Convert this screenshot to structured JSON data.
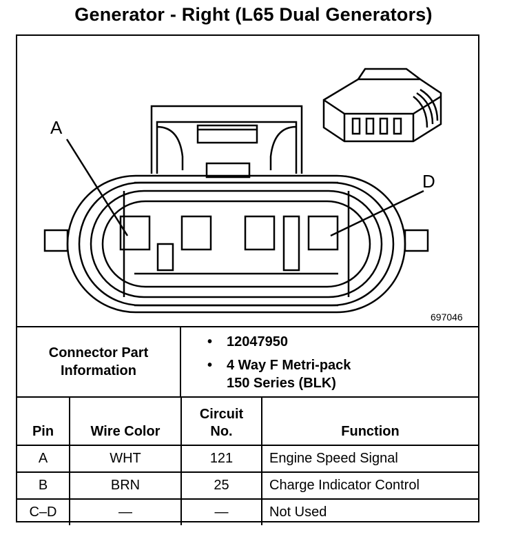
{
  "title": "Generator - Right (L65 Dual Generators)",
  "diagram": {
    "callout_a": "A",
    "callout_d": "D",
    "ref_number": "697046"
  },
  "connector_info": {
    "label_line1": "Connector Part",
    "label_line2": "Information",
    "items": [
      {
        "bullet": "•",
        "lines": [
          "12047950"
        ]
      },
      {
        "bullet": "•",
        "lines": [
          "4 Way F Metri-pack",
          "150 Series (BLK)"
        ]
      }
    ]
  },
  "table": {
    "headers": {
      "pin": "Pin",
      "wire_color": "Wire Color",
      "circuit_line1": "Circuit",
      "circuit_line2": "No.",
      "function": "Function"
    },
    "rows": [
      {
        "pin": "A",
        "wire_color": "WHT",
        "circuit": "121",
        "function": "Engine Speed Signal"
      },
      {
        "pin": "B",
        "wire_color": "BRN",
        "circuit": "25",
        "function": "Charge Indicator Control"
      },
      {
        "pin": "C–D",
        "wire_color": "—",
        "circuit": "—",
        "function": "Not Used"
      }
    ]
  }
}
